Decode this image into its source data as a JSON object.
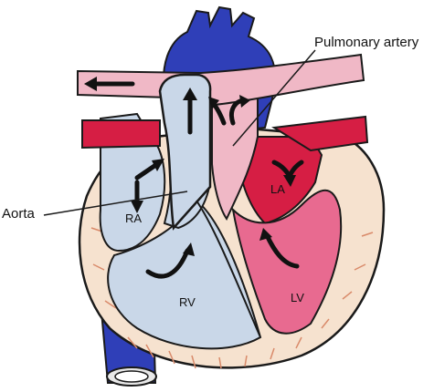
{
  "labels": {
    "pulmonary_artery": "Pulmonary artery",
    "aorta": "Aorta",
    "ra": "RA",
    "rv": "RV",
    "la": "LA",
    "lv": "LV"
  },
  "colors": {
    "deoxygenated_blue": "#2f3fb8",
    "right_chamber_blue": "#c9d7e8",
    "left_chamber_pink": "#e86a90",
    "oxygenated_red": "#d61e44",
    "pulmonary_pink": "#f0b8c6",
    "myocardium": "#f6e2cf",
    "outline": "#1a1a1a"
  }
}
